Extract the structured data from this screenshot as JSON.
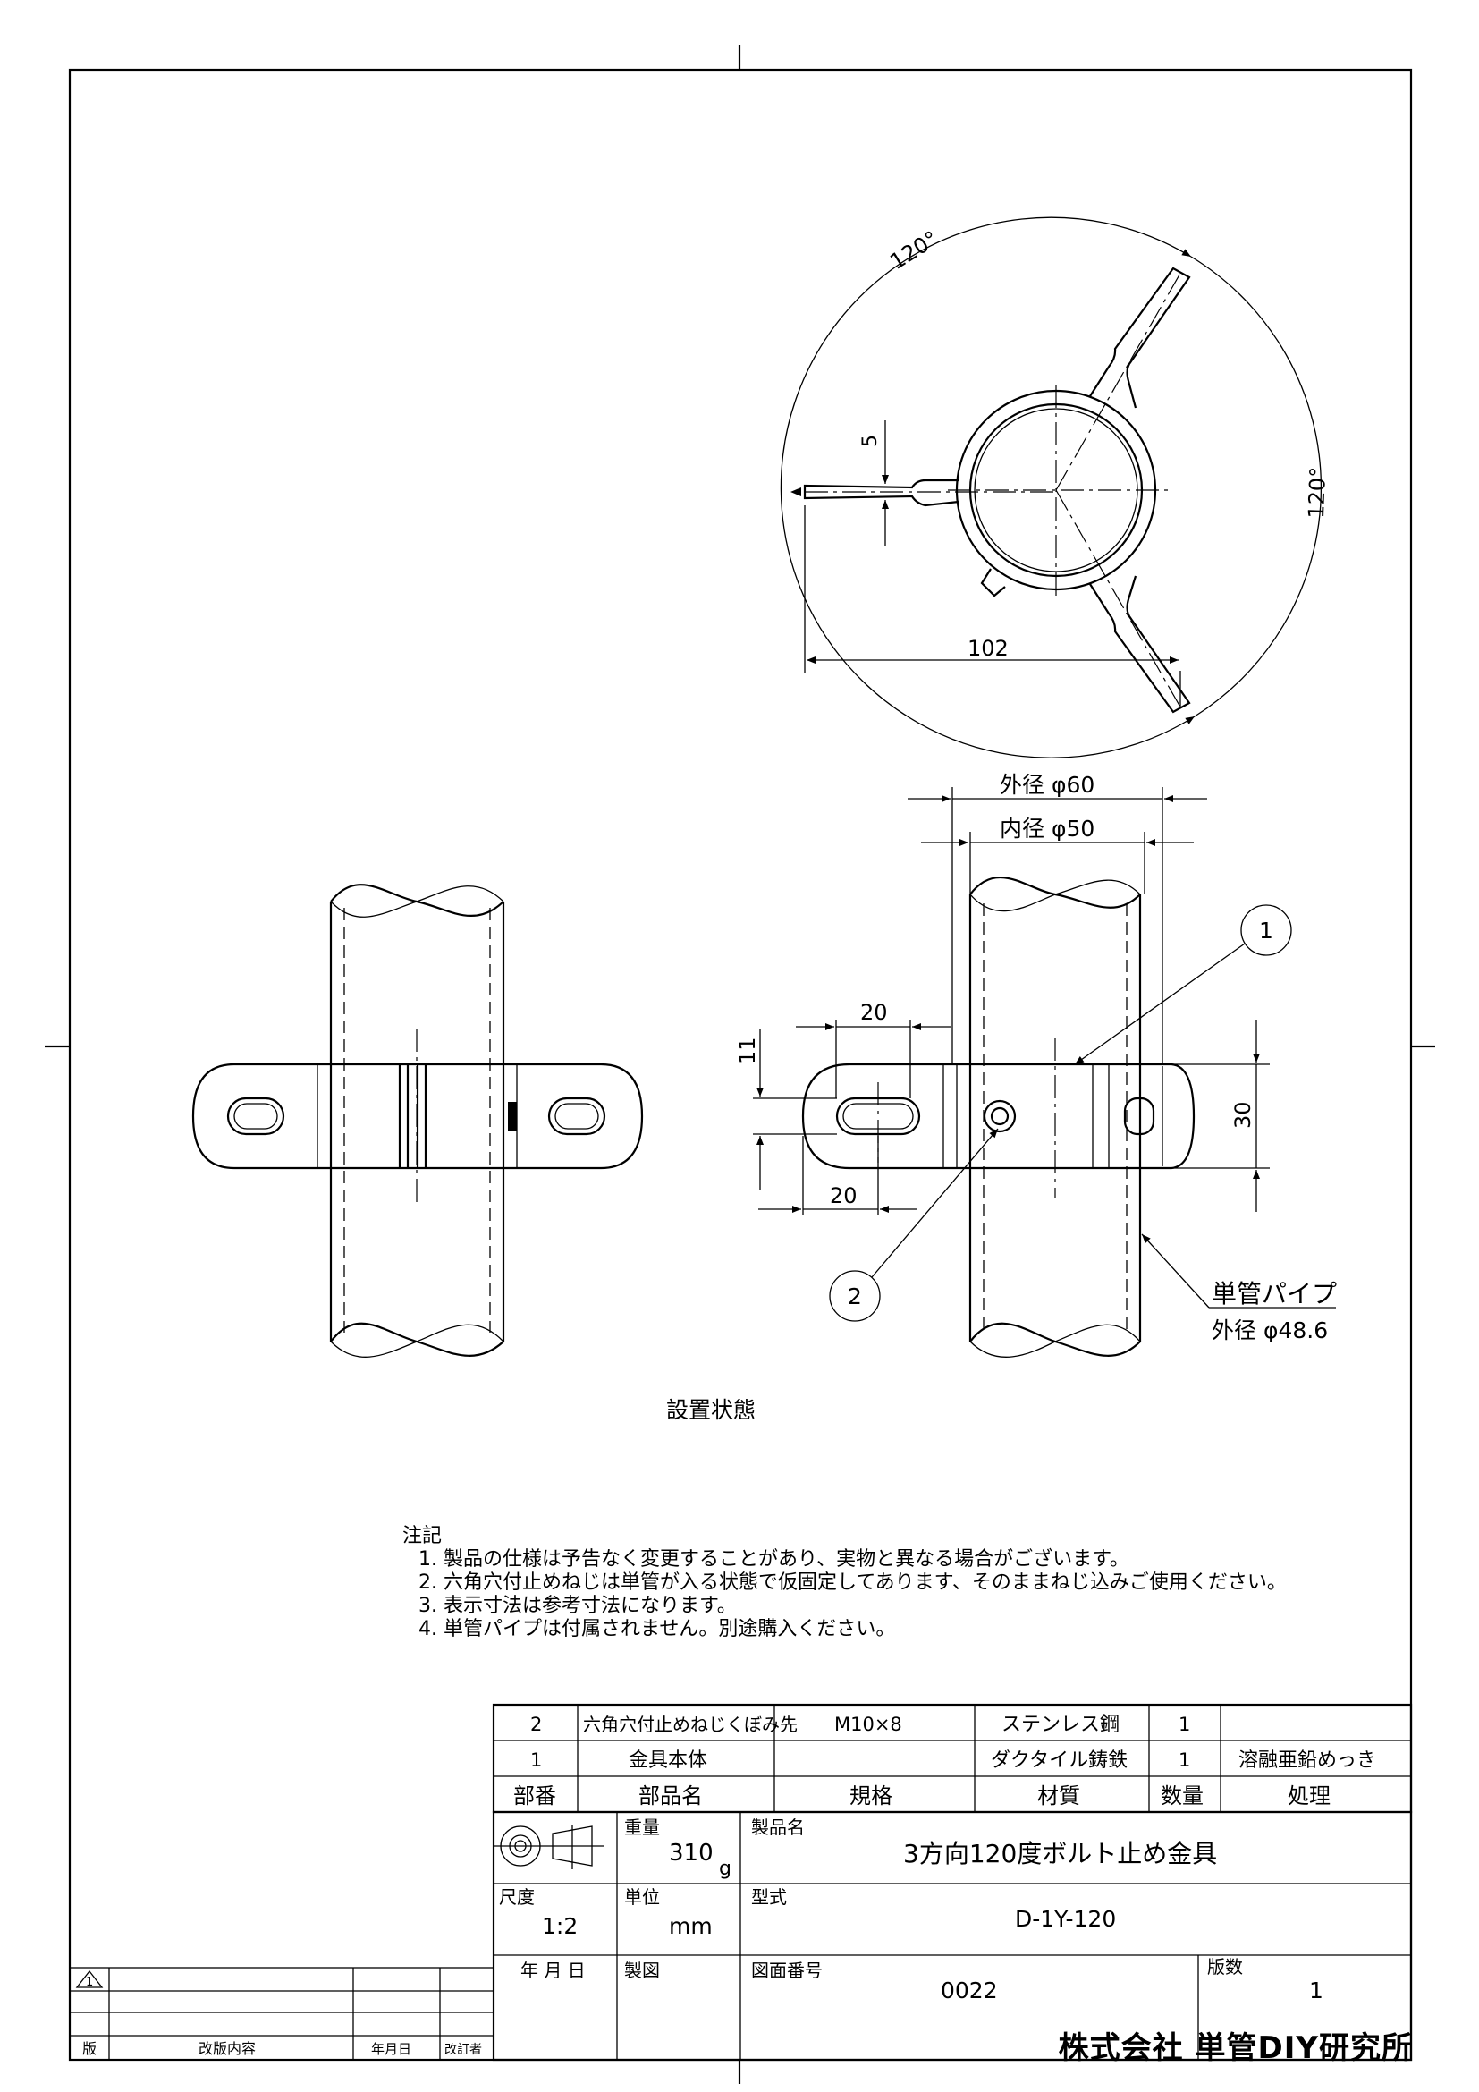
{
  "drawing": {
    "top_view": {
      "angle1": "120°",
      "angle2": "120°",
      "dim_width": "102",
      "dim_thickness": "5"
    },
    "front_view": {
      "outer_dia": "外径 φ60",
      "inner_dia": "内径 φ50",
      "dim_slot_offset_top": "20",
      "dim_slot_offset_bottom": "20",
      "dim_slot_height": "11",
      "dim_band_height": "30",
      "balloon_1": "1",
      "balloon_2": "2",
      "pipe_label": "単管パイプ",
      "pipe_dia": "外径 φ48.6"
    },
    "caption": "設置状態"
  },
  "notes": {
    "title": "注記",
    "items": [
      "1. 製品の仕様は予告なく変更することがあり、実物と異なる場合がございます。",
      "2. 六角穴付止めねじは単管が入る状態で仮固定してあります、そのままねじ込みご使用ください。",
      "3. 表示寸法は参考寸法になります。",
      "4. 単管パイプは付属されません。別途購入ください。"
    ]
  },
  "parts_table": {
    "rows": [
      {
        "no": "2",
        "name": "六角穴付止めねじくぼみ先",
        "spec": "M10×8",
        "material": "ステンレス鋼",
        "qty": "1",
        "treatment": ""
      },
      {
        "no": "1",
        "name": "金具本体",
        "spec": "",
        "material": "ダクタイル鋳鉄",
        "qty": "1",
        "treatment": "溶融亜鉛めっき"
      }
    ],
    "headers": {
      "no": "部番",
      "name": "部品名",
      "spec": "規格",
      "material": "材質",
      "qty": "数量",
      "treatment": "処理"
    }
  },
  "title_block": {
    "weight_label": "重量",
    "weight_value": "310",
    "weight_unit": "g",
    "product_label": "製品名",
    "product_name": "3方向120度ボルト止め金具",
    "scale_label": "尺度",
    "scale_value": "1:2",
    "unit_label": "単位",
    "unit_value": "mm",
    "model_label": "型式",
    "model_value": "D-1Y-120",
    "date_label": "年 月 日",
    "drawn_label": "製図",
    "drawing_no_label": "図面番号",
    "drawing_no_value": "0022",
    "edition_label": "版数",
    "edition_value": "1"
  },
  "revision_block": {
    "symbol": "1",
    "col_edition": "版",
    "col_content": "改版内容",
    "col_date": "年月日",
    "col_revised_by": "改訂者"
  },
  "company": "株式会社 単管DIY研究所"
}
